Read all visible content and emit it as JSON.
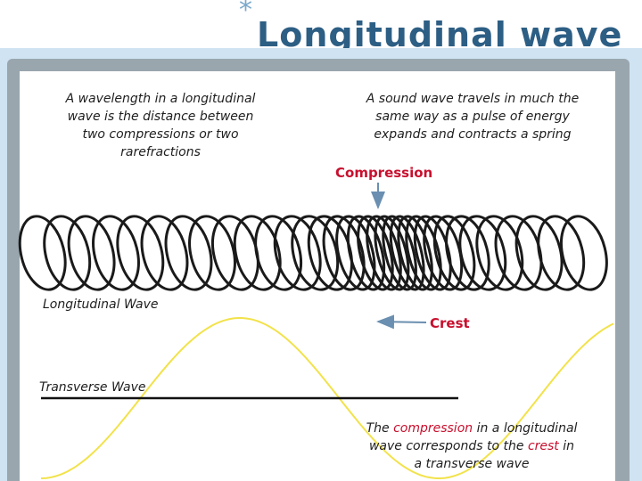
{
  "slide": {
    "title_marker": "*",
    "title": "Longitudinal wave"
  },
  "diagram": {
    "wavelength_text": [
      "A wavelength in a longitudinal",
      "wave is the distance between",
      "two compressions or two",
      "rarefractions"
    ],
    "sound_text": [
      "A sound wave travels in much the",
      "same way as a pulse  of energy",
      "expands and contracts a spring"
    ],
    "compression_label": "Compression",
    "longitudinal_label": "Longitudinal Wave",
    "crest_label": "Crest",
    "transverse_label": "Transverse Wave",
    "bottom_text": {
      "line1_prefix": "The ",
      "line1_highlight": "compression",
      "line1_suffix": " in a longitudinal",
      "line2_prefix": "wave corresponds to the ",
      "line2_highlight": "crest",
      "line2_suffix": " in",
      "line3": "a transverse wave"
    },
    "colors": {
      "title": "#2d5e84",
      "accent_red": "#c8102e",
      "transverse_wave": "#f2e24a",
      "spring": "#1a1a1a",
      "frame": "#9aa6ae",
      "band": "#cfe3f2"
    }
  }
}
